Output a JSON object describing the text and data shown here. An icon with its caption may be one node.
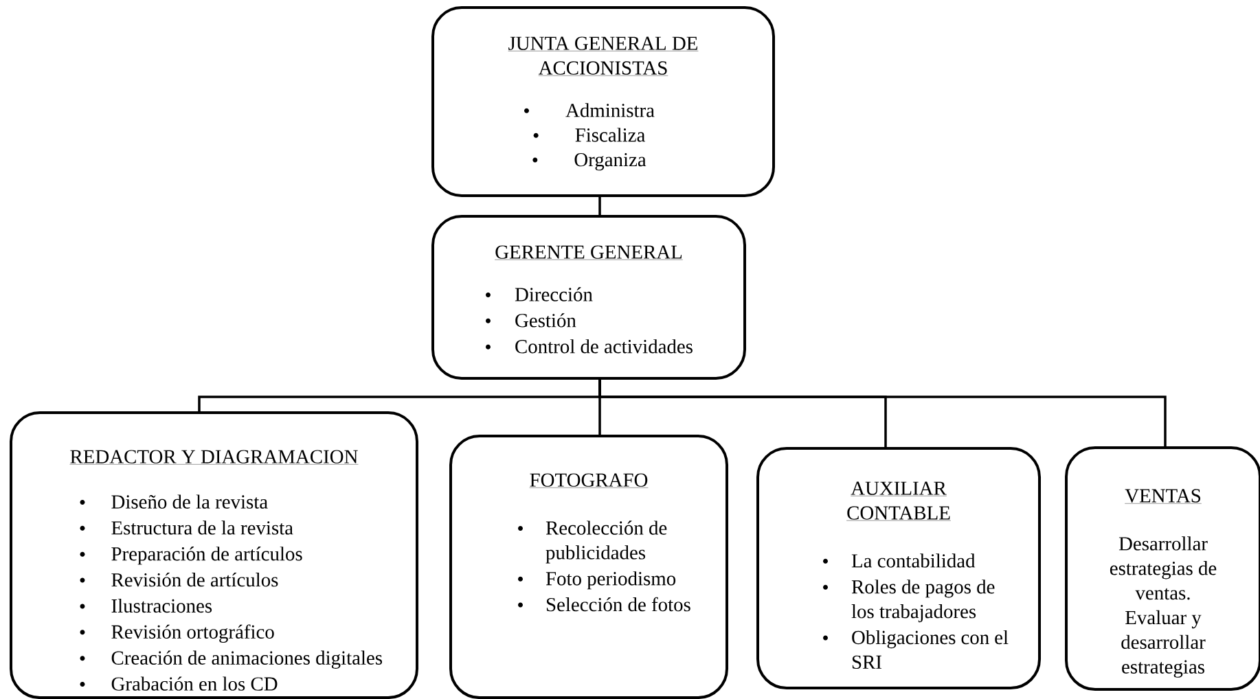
{
  "diagram": {
    "nodes": [
      {
        "text": [
          "JUNTA GENERAL DE ACCIONISTAS",
          "Administra",
          "Fiscaliza",
          "Organiza"
        ]
      },
      {
        "text": [
          "GERENTE GENERAL",
          "Dirección",
          "Gestión",
          "Control de actividades"
        ]
      },
      {
        "text": [
          "REDACTOR Y DIAGRAMACION",
          "Diseño de la revista",
          "Estructura de la revista",
          "Preparación de artículos",
          "Revisión de artículos",
          "Ilustraciones",
          "Revisión ortográfico",
          "Creación de animaciones digitales",
          "Grabación en los CD"
        ]
      },
      {
        "text": [
          "FOTOGRAFO",
          "Recolección de publicidades",
          "Foto periodismo",
          "Selección de fotos"
        ]
      },
      {
        "text": [
          "AUXILIAR CONTABLE",
          "La contabilidad",
          "Roles de pagos de los trabajadores",
          "Obligaciones con el SRI"
        ]
      },
      {
        "text": [
          "VENTAS",
          "Desarrollar estrategias de ventas.",
          "Evaluar y desarrollar estrategias"
        ]
      }
    ],
    "edges": [
      {
        "from": 0,
        "to": 1,
        "arrow": "none"
      },
      {
        "from": 1,
        "to": 2,
        "arrow": "none"
      },
      {
        "from": 1,
        "to": 3,
        "arrow": "none"
      },
      {
        "from": 1,
        "to": 4,
        "arrow": "none"
      },
      {
        "from": 1,
        "to": 5,
        "arrow": "none"
      }
    ]
  }
}
